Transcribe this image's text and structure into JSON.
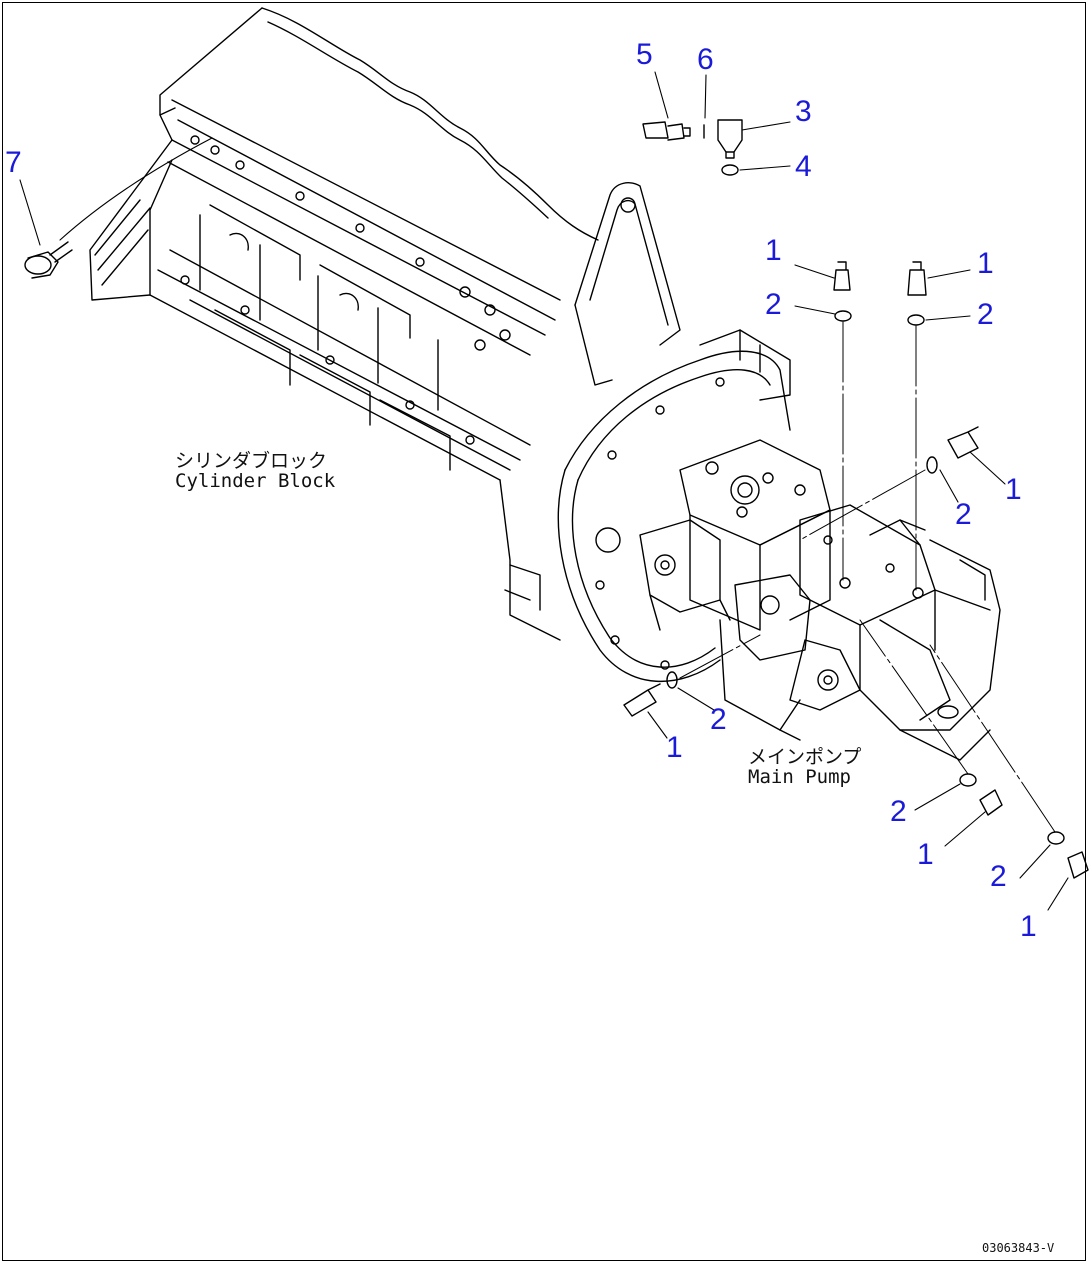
{
  "callouts": [
    {
      "id": "c5",
      "text": "5"
    },
    {
      "id": "c6",
      "text": "6"
    },
    {
      "id": "c3",
      "text": "3"
    },
    {
      "id": "c4",
      "text": "4"
    },
    {
      "id": "c7",
      "text": "7"
    },
    {
      "id": "c1a",
      "text": "1"
    },
    {
      "id": "c2a",
      "text": "2"
    },
    {
      "id": "c1b",
      "text": "1"
    },
    {
      "id": "c2b",
      "text": "2"
    },
    {
      "id": "c1c",
      "text": "1"
    },
    {
      "id": "c2c",
      "text": "2"
    },
    {
      "id": "c2d",
      "text": "2"
    },
    {
      "id": "c1d",
      "text": "1"
    },
    {
      "id": "c2e",
      "text": "2"
    },
    {
      "id": "c1e",
      "text": "1"
    },
    {
      "id": "c2f",
      "text": "2"
    },
    {
      "id": "c1f",
      "text": "1"
    }
  ],
  "labels": {
    "cylinder_block_jp": "シリンダブロック",
    "cylinder_block_en": "Cylinder Block",
    "main_pump_jp": "メインポンプ",
    "main_pump_en": "Main Pump"
  },
  "drawing_code": "03063843-V",
  "colors": {
    "callout": "#1a1ad8",
    "line": "#000000",
    "background": "#ffffff"
  }
}
